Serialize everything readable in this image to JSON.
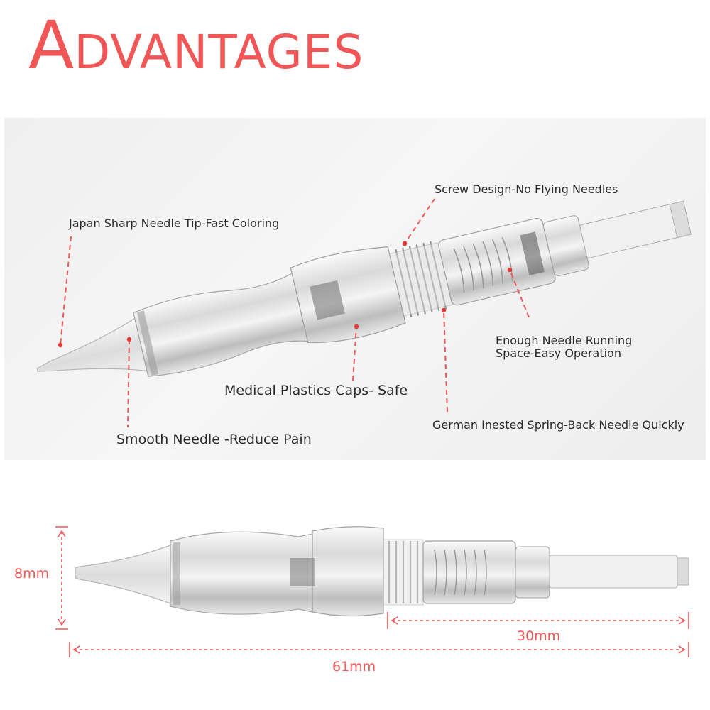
{
  "title": {
    "first_letter": "A",
    "rest": "DVANTAGES"
  },
  "features": {
    "tip": "Japan Sharp Needle Tip-Fast Coloring",
    "screw": "Screw Design-No Flying Needles",
    "running_line1": "Enough Needle Running",
    "running_line2": "Space-Easy Operation",
    "caps": "Medical Plastics Caps- Safe",
    "spring": "German Inested Spring-Back Needle Quickly",
    "smooth": "Smooth Needle -Reduce Pain"
  },
  "dimensions": {
    "diameter": "8mm",
    "rear_length": "30mm",
    "total_length": "61mm"
  },
  "colors": {
    "accent": "#f05656",
    "text": "#2a2a2a"
  }
}
